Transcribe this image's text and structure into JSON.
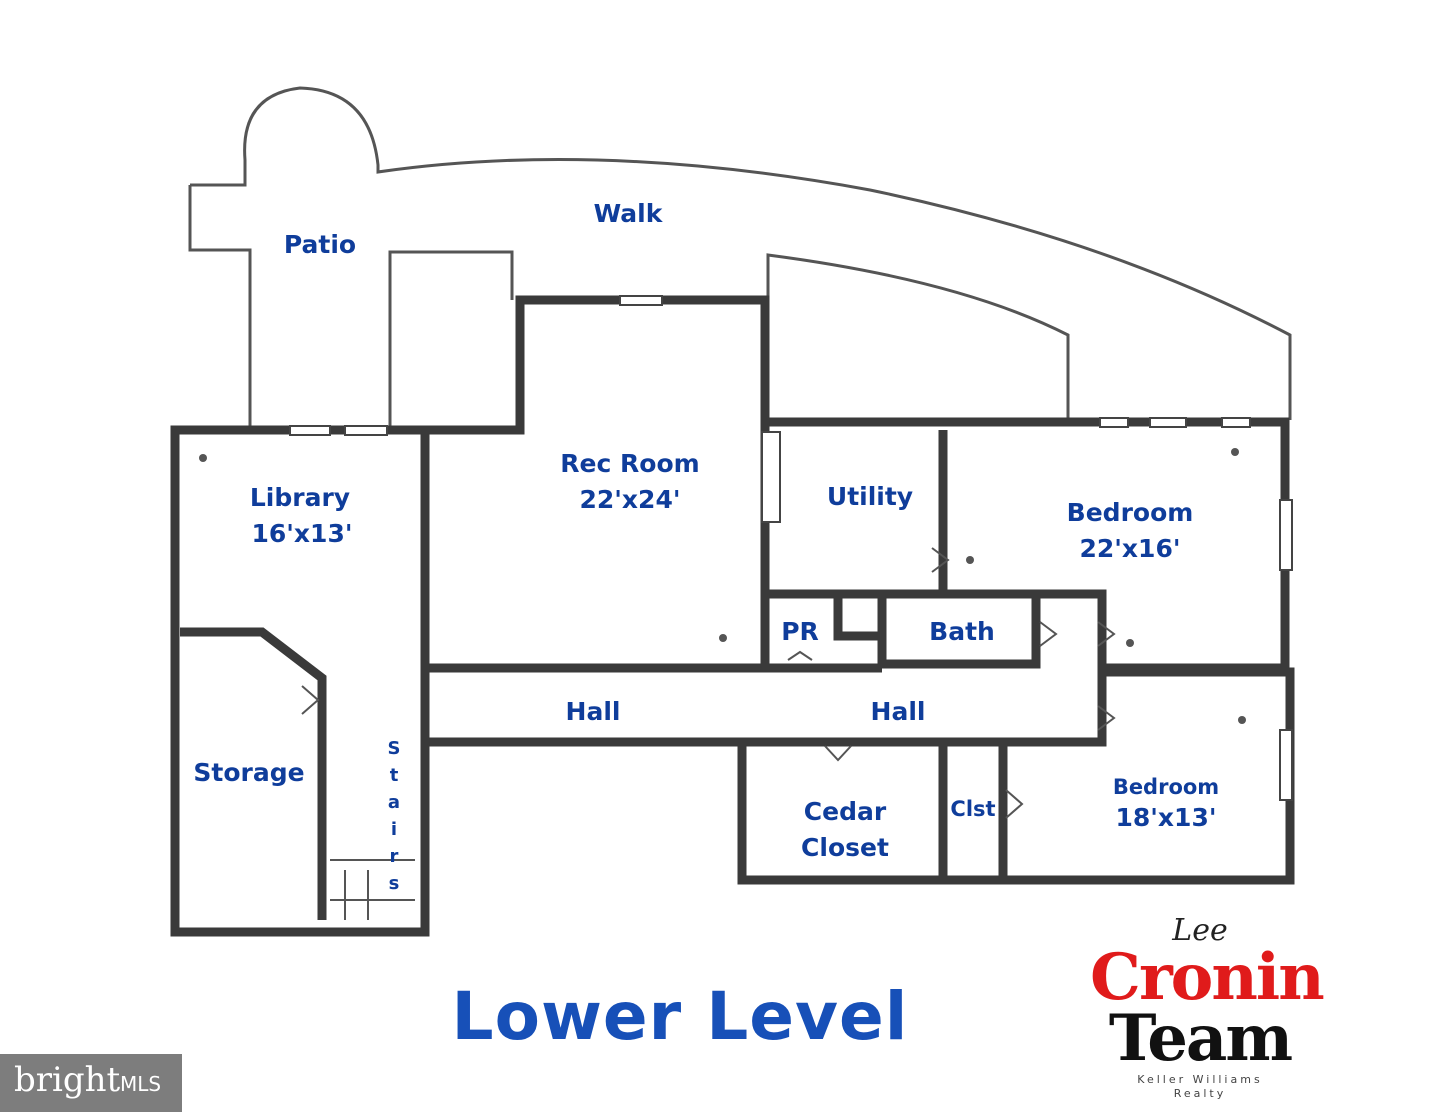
{
  "rooms": {
    "walk": "Walk",
    "patio": "Patio",
    "library": "Library",
    "library_size": "16'x13'",
    "rec_room": "Rec Room",
    "rec_room_size": "22'x24'",
    "utility": "Utility",
    "bedroom_1": "Bedroom",
    "bedroom_1_size": "22'x16'",
    "pr": "PR",
    "bath": "Bath",
    "hall_west": "Hall",
    "hall_east": "Hall",
    "storage": "Storage",
    "stairs": [
      "S",
      "t",
      "a",
      "i",
      "r",
      "s"
    ],
    "cedar_closet_line1": "Cedar",
    "cedar_closet_line2": "Closet",
    "clst": "Clst",
    "bedroom_2": "Bedroom",
    "bedroom_2_size": "18'x13'"
  },
  "title": "Lower Level",
  "logo": {
    "lee": "Lee",
    "cronin": "Cronin",
    "team": "Team",
    "brokerage_line1": "Keller Williams",
    "brokerage_line2": "Realty"
  },
  "badge": {
    "brand": "bright",
    "mls": "MLS"
  },
  "colors": {
    "label_blue": "#0f3d9b",
    "title_blue": "#1750b8",
    "logo_red": "#e01b1b",
    "wall": "#3a3a3a"
  }
}
